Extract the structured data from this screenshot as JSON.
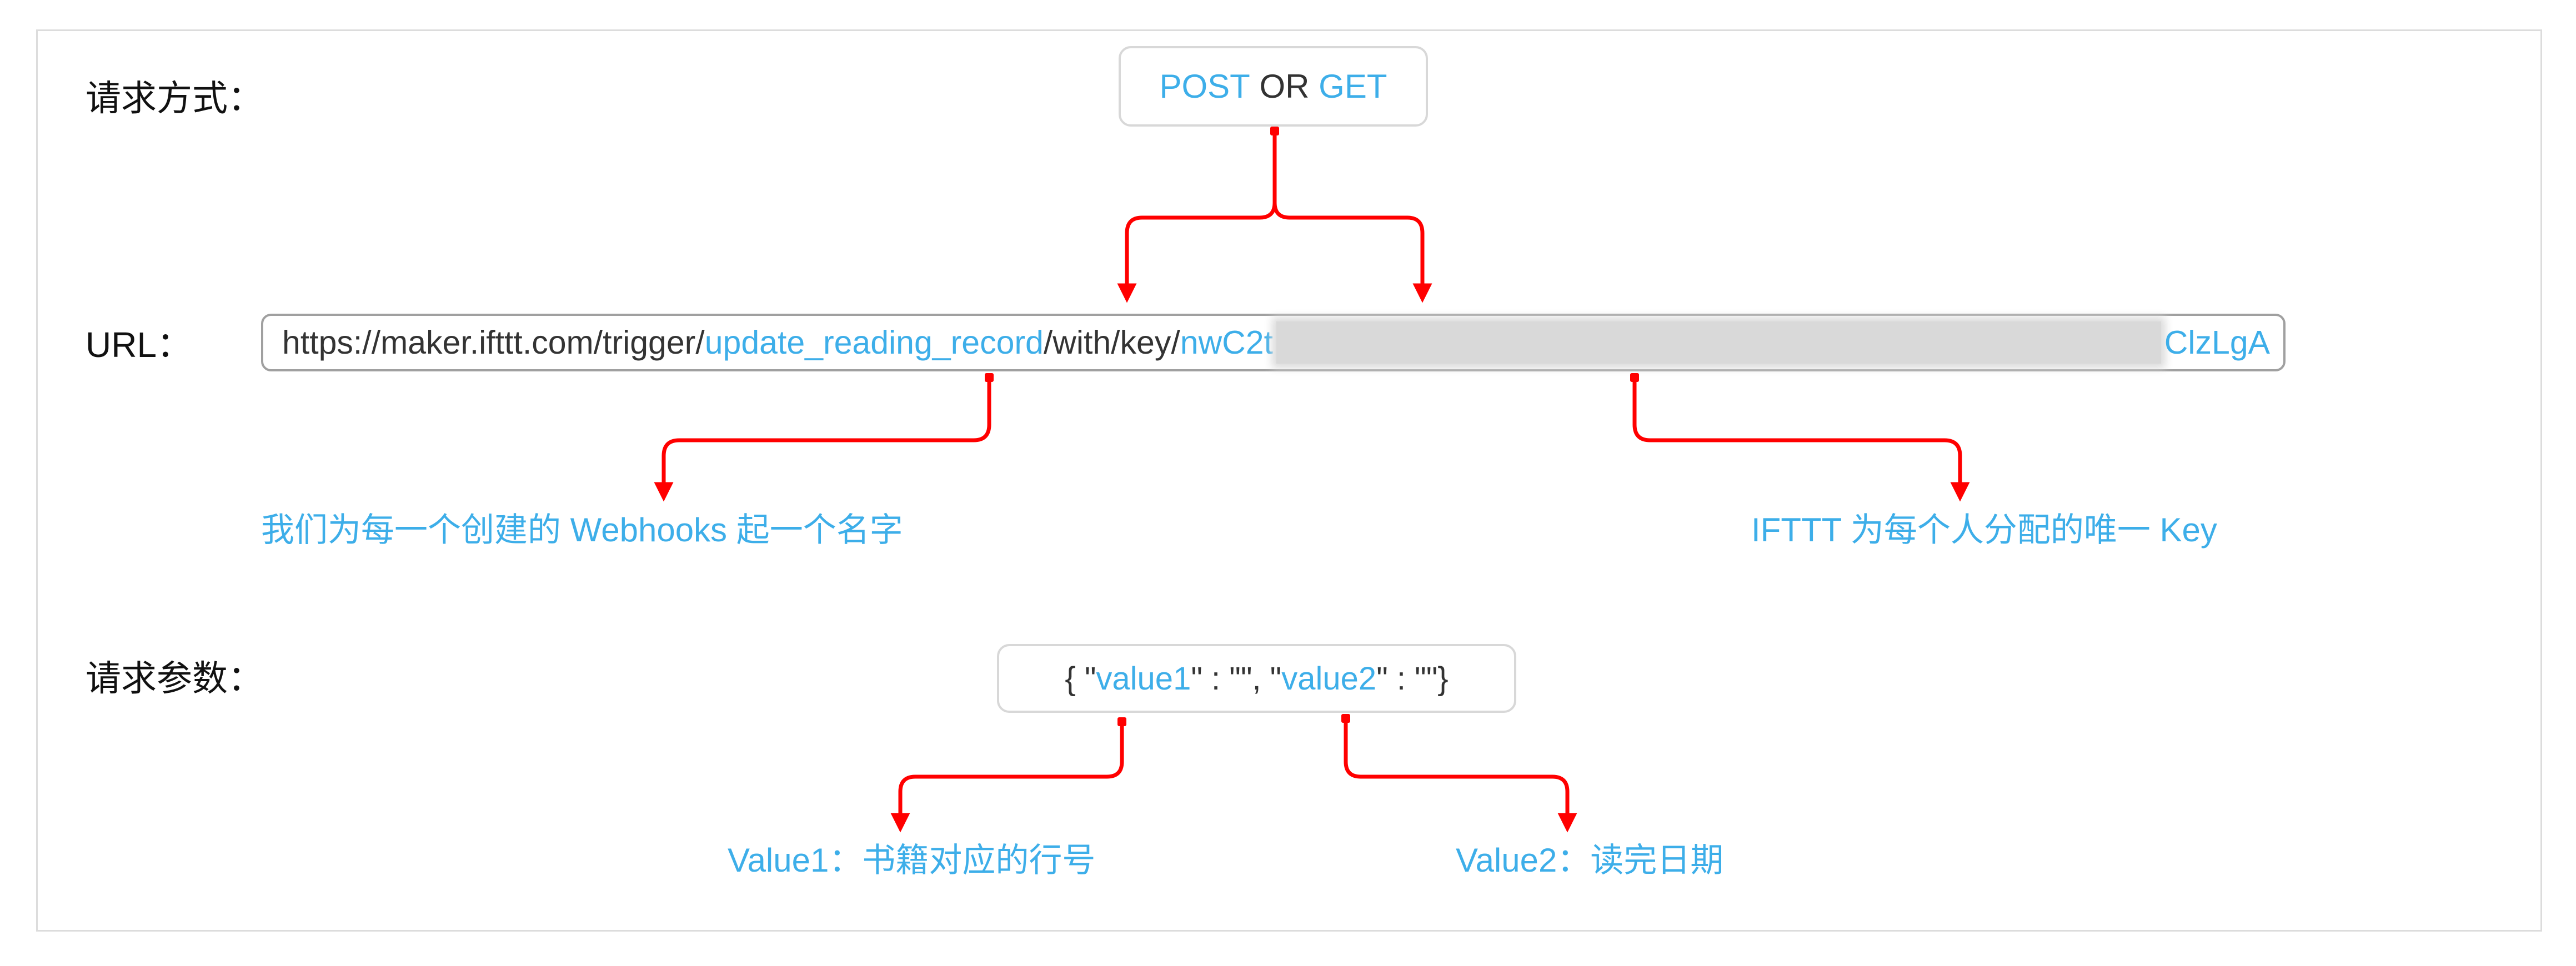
{
  "method": {
    "label": "请求方式：",
    "post": "POST",
    "or": " OR ",
    "get": "GET"
  },
  "url": {
    "label": "URL：",
    "prefix": "https://maker.ifttt.com/trigger/",
    "event": "update_reading_record",
    "middle": "/with/key/",
    "key_start": "nwC2t",
    "key_end": "ClzLgA"
  },
  "params": {
    "label": "请求参数：",
    "open": "{ \"",
    "v1": "value1",
    "mid": "\" : \"\", \"",
    "v2": "value2",
    "close": "\" : \"\"}"
  },
  "notes": {
    "event_name": "我们为每一个创建的 Webhooks 起一个名字",
    "key": "IFTTT 为每个人分配的唯一 Key",
    "value1": "Value1：书籍对应的行号",
    "value2": "Value2：读完日期"
  },
  "colors": {
    "accent": "#3daee9",
    "arrow": "#ff0000"
  }
}
